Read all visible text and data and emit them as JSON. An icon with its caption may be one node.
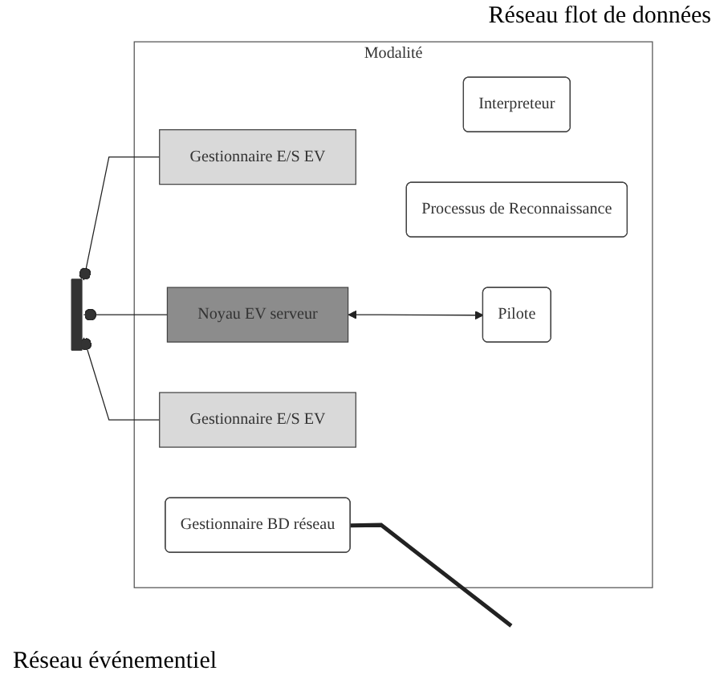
{
  "diagram": {
    "nodes": [
      {
        "text": [
          "Modalité"
        ]
      },
      {
        "text": [
          "Gestionnaire E/S EV"
        ],
        "in": 0
      },
      {
        "text": [
          "Interpreteur"
        ],
        "in": 0
      },
      {
        "text": [
          "Gestionnaire BD réseau"
        ],
        "in": 0
      },
      {
        "text": [
          "Gestionnaire E/S EV"
        ],
        "in": 0
      },
      {
        "text": [
          "Processus de Reconnaissance"
        ],
        "in": 0
      },
      {
        "text": [
          "Noyau EV serveur"
        ],
        "in": 0
      },
      {
        "text": [
          "Pilote"
        ],
        "in": 0
      },
      {
        "text": [],
        "shape": "bar"
      }
    ],
    "edges": [
      {
        "from": 8,
        "to": 1,
        "arrow": "other"
      },
      {
        "from": 8,
        "to": 4,
        "arrow": "other"
      },
      {
        "from": 8,
        "to": 6,
        "arrow": "other"
      },
      {
        "from": 6,
        "to": 7,
        "arrow": "both"
      },
      {
        "from": 3,
        "to": null,
        "arrow": "none",
        "style": "thick"
      }
    ],
    "labels": [
      "Réseau flot de données",
      "Réseau événementiel"
    ]
  }
}
